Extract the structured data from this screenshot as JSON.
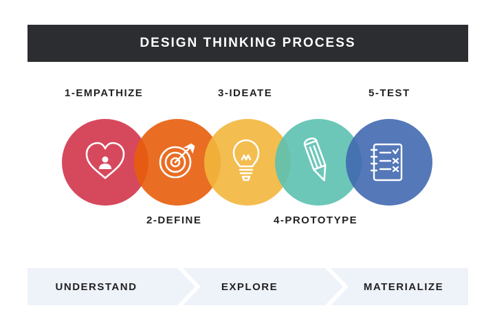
{
  "title": "DESIGN THINKING PROCESS",
  "steps": [
    {
      "label": "1-EMPATHIZE",
      "color": "#d1354b",
      "icon": "heart-person-icon"
    },
    {
      "label": "2-DEFINE",
      "color": "#e85d0c",
      "icon": "target-icon"
    },
    {
      "label": "3-IDEATE",
      "color": "#f2b63c",
      "icon": "lightbulb-icon"
    },
    {
      "label": "4-PROTOTYPE",
      "color": "#5cc1b0",
      "icon": "pencil-icon"
    },
    {
      "label": "5-TEST",
      "color": "#4169b0",
      "icon": "checklist-icon"
    }
  ],
  "phases": [
    "UNDERSTAND",
    "EXPLORE",
    "MATERIALIZE"
  ],
  "colors": {
    "title_bg": "#2b2d30",
    "band": "#eef2f9",
    "text": "#222222"
  }
}
